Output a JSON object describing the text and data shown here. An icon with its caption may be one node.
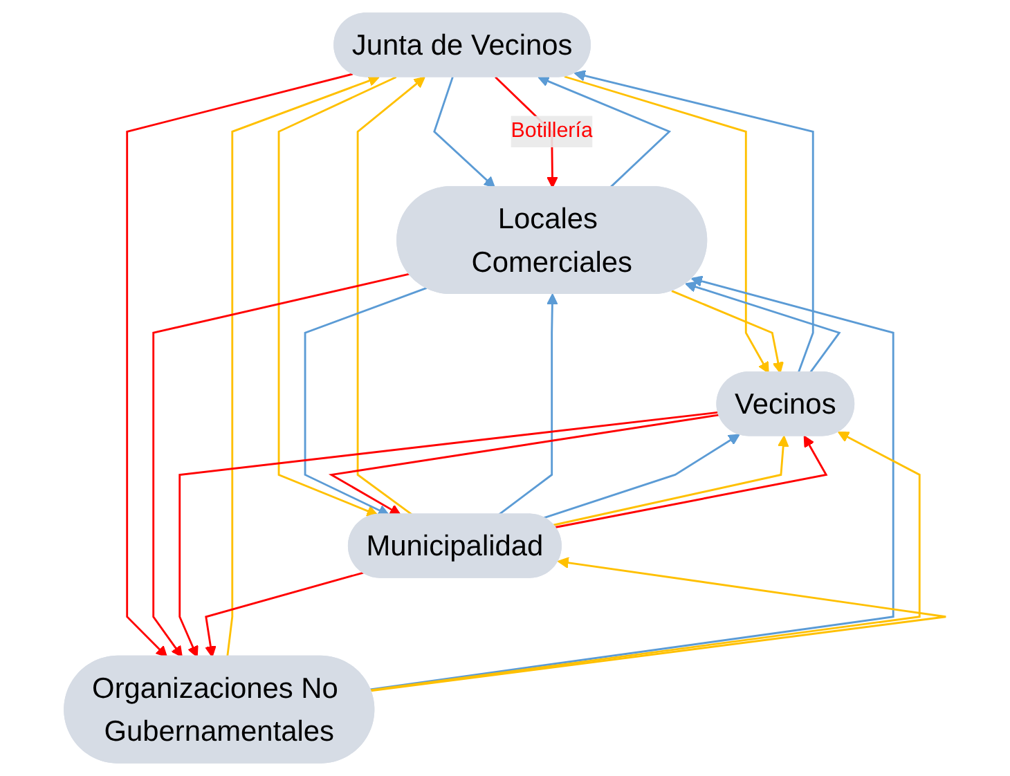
{
  "diagram": {
    "nodes": [
      {
        "text": [
          "Junta de Vecinos"
        ]
      },
      {
        "text": [
          "Locales Comerciales"
        ]
      },
      {
        "text": [
          "Vecinos"
        ]
      },
      {
        "text": [
          "Municipalidad"
        ]
      },
      {
        "text": [
          "Organizaciones No Gubernamentales"
        ]
      }
    ],
    "edges": [
      {
        "from": 1,
        "to": 0,
        "arrow": "to",
        "color": "#5b9bd5"
      },
      {
        "from": 0,
        "to": 1,
        "arrow": "to",
        "color": "#5b9bd5"
      },
      {
        "from": 0,
        "to": 1,
        "arrow": "to",
        "color": "#ff0000",
        "label": "Botillería"
      },
      {
        "from": 2,
        "to": 0,
        "arrow": "to",
        "color": "#5b9bd5"
      },
      {
        "from": 0,
        "to": 2,
        "arrow": "to",
        "color": "#ffc000"
      },
      {
        "from": 0,
        "to": 4,
        "arrow": "to",
        "color": "#ff0000"
      },
      {
        "from": 4,
        "to": 0,
        "arrow": "to",
        "color": "#ffc000"
      },
      {
        "from": 0,
        "to": 3,
        "arrow": "to",
        "color": "#ffc000"
      },
      {
        "from": 3,
        "to": 0,
        "arrow": "to",
        "color": "#ffc000"
      },
      {
        "from": 1,
        "to": 2,
        "arrow": "to",
        "color": "#ffc000"
      },
      {
        "from": 2,
        "to": 1,
        "arrow": "to",
        "color": "#5b9bd5"
      },
      {
        "from": 4,
        "to": 1,
        "arrow": "to",
        "color": "#5b9bd5"
      },
      {
        "from": 1,
        "to": 4,
        "arrow": "to",
        "color": "#ff0000"
      },
      {
        "from": 1,
        "to": 3,
        "arrow": "to",
        "color": "#5b9bd5"
      },
      {
        "from": 3,
        "to": 1,
        "arrow": "to",
        "color": "#5b9bd5"
      },
      {
        "from": 2,
        "to": 3,
        "arrow": "to",
        "color": "#ff0000"
      },
      {
        "from": 3,
        "to": 2,
        "arrow": "to",
        "color": "#5b9bd5"
      },
      {
        "from": 3,
        "to": 2,
        "arrow": "to",
        "color": "#ffc000"
      },
      {
        "from": 3,
        "to": 2,
        "arrow": "to",
        "color": "#ff0000"
      },
      {
        "from": 2,
        "to": 4,
        "arrow": "to",
        "color": "#ff0000"
      },
      {
        "from": 4,
        "to": 2,
        "arrow": "to",
        "color": "#ffc000"
      },
      {
        "from": 4,
        "to": 3,
        "arrow": "to",
        "color": "#ffc000"
      },
      {
        "from": 3,
        "to": 4,
        "arrow": "to",
        "color": "#ff0000"
      }
    ]
  }
}
